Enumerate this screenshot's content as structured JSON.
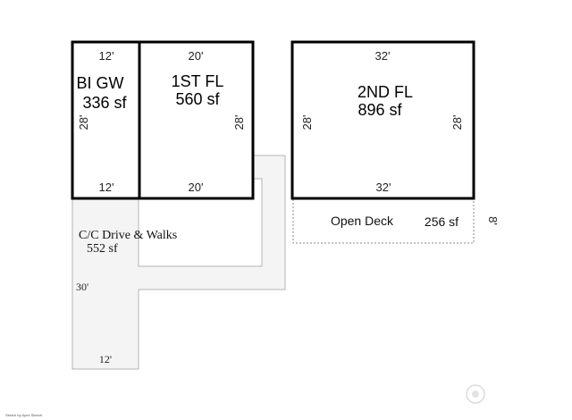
{
  "rooms": {
    "garage": {
      "name": "BI GW",
      "area": "336 sf",
      "top_dim": "12'",
      "bottom_dim": "12'",
      "side_dim": "28'"
    },
    "first_floor": {
      "name": "1ST FL",
      "area": "560 sf",
      "top_dim": "20'",
      "bottom_dim": "20'",
      "side_dim": "28'"
    },
    "second_floor": {
      "name": "2ND FL",
      "area": "896 sf",
      "top_dim": "32'",
      "bottom_dim": "32'",
      "left_dim": "28'",
      "right_dim": "28'"
    },
    "deck": {
      "name": "Open Deck",
      "area": "256 sf",
      "side_dim": "8'"
    },
    "drive": {
      "name": "C/C Drive & Walks",
      "area": "552 sf",
      "side_dim": "30'",
      "bottom_dim": "12'"
    }
  },
  "credit": "Sketch by Apex Sketch",
  "colors": {
    "wall": "#000000",
    "paved": "#f4f4f4",
    "paved_edge": "#b3b3b3",
    "deck_edge": "#8a8a8a"
  }
}
